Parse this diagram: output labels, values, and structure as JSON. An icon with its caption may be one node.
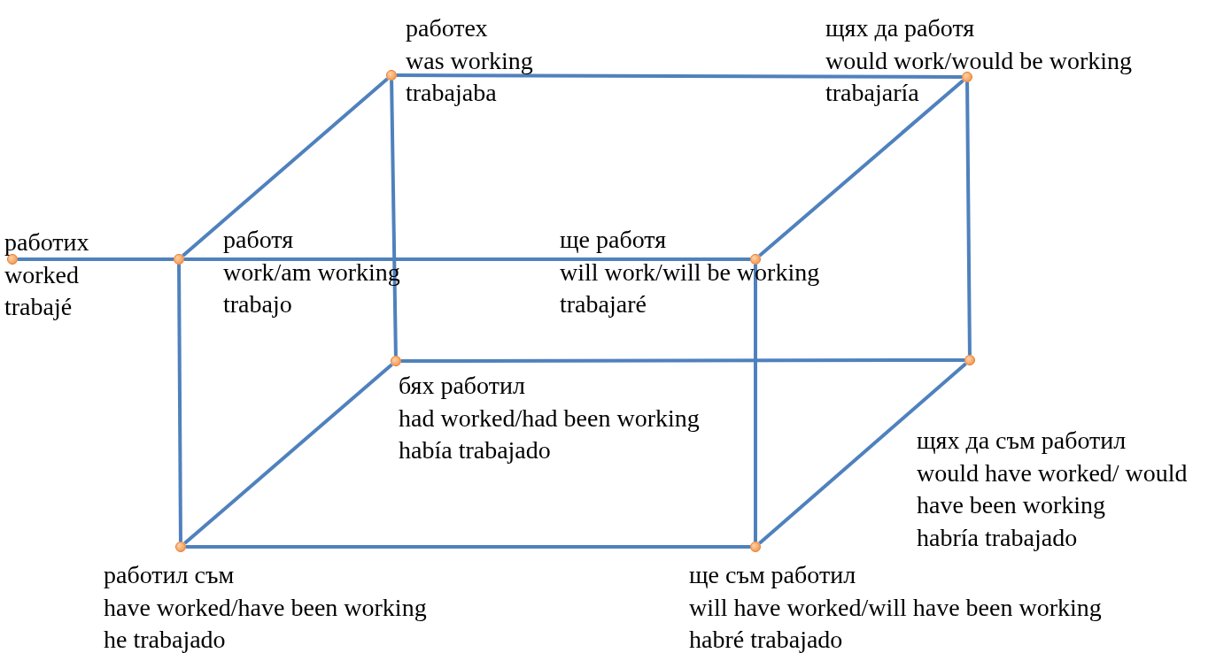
{
  "diagram": {
    "nodes": [
      {
        "text": [],
        "shape": "circle",
        "beside": [
          "работех",
          "was working",
          "trabajaba"
        ]
      },
      {
        "text": [],
        "shape": "circle",
        "beside": [
          "щях да работя",
          "would work/would be working",
          "trabajaría"
        ]
      },
      {
        "text": [],
        "shape": "circle",
        "beside": [
          "работих",
          "worked",
          "trabajé"
        ]
      },
      {
        "text": [],
        "shape": "circle",
        "beside": [
          "работя",
          "work/am working",
          "trabajo"
        ]
      },
      {
        "text": [],
        "shape": "circle",
        "beside": [
          "ще работя",
          "will work/will be working",
          "trabajaré"
        ]
      },
      {
        "text": [],
        "shape": "circle",
        "beside": [
          "бях работил",
          "had worked/had been working",
          "había trabajado"
        ]
      },
      {
        "text": [],
        "shape": "circle",
        "beside": [
          "щях да съм работил",
          "would have worked/ would have been working",
          "habría trabajado"
        ]
      },
      {
        "text": [],
        "shape": "circle",
        "beside": [
          "работил съм",
          "have worked/have been working",
          "he trabajado"
        ]
      },
      {
        "text": [],
        "shape": "circle",
        "beside": [
          "ще съм работил",
          "will have worked/will have been working",
          "habré trabajado"
        ]
      }
    ],
    "edges": [
      {
        "from": 2,
        "to": 3,
        "arrow": "none"
      },
      {
        "from": 3,
        "to": 0,
        "arrow": "none"
      },
      {
        "from": 0,
        "to": 1,
        "arrow": "none"
      },
      {
        "from": 3,
        "to": 4,
        "arrow": "none"
      },
      {
        "from": 4,
        "to": 1,
        "arrow": "none"
      },
      {
        "from": 0,
        "to": 5,
        "arrow": "none"
      },
      {
        "from": 1,
        "to": 6,
        "arrow": "none"
      },
      {
        "from": 5,
        "to": 6,
        "arrow": "none"
      },
      {
        "from": 3,
        "to": 7,
        "arrow": "none"
      },
      {
        "from": 4,
        "to": 8,
        "arrow": "none"
      },
      {
        "from": 7,
        "to": 8,
        "arrow": "none"
      },
      {
        "from": 5,
        "to": 7,
        "arrow": "none"
      },
      {
        "from": 6,
        "to": 8,
        "arrow": "none"
      }
    ]
  }
}
